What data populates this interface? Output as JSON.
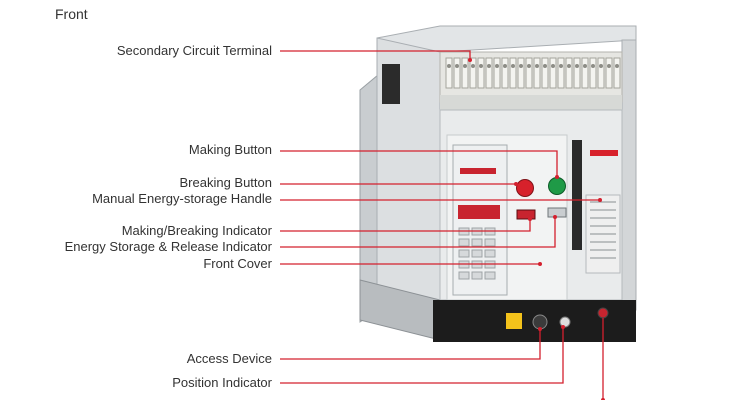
{
  "view_label": "Front",
  "callouts": [
    {
      "label": "Secondary Circuit Terminal"
    },
    {
      "label": "Making Button"
    },
    {
      "label": "Breaking Button"
    },
    {
      "label": "Manual Energy-storage Handle"
    },
    {
      "label": "Making/Breaking Indicator"
    },
    {
      "label": "Energy Storage & Release Indicator"
    },
    {
      "label": "Front Cover"
    },
    {
      "label": "Access Device"
    },
    {
      "label": "Position Indicator"
    }
  ],
  "colors": {
    "leader": "#d4202e",
    "text": "#333333",
    "body": "#e9ebec",
    "base": "#1c1c1c"
  }
}
